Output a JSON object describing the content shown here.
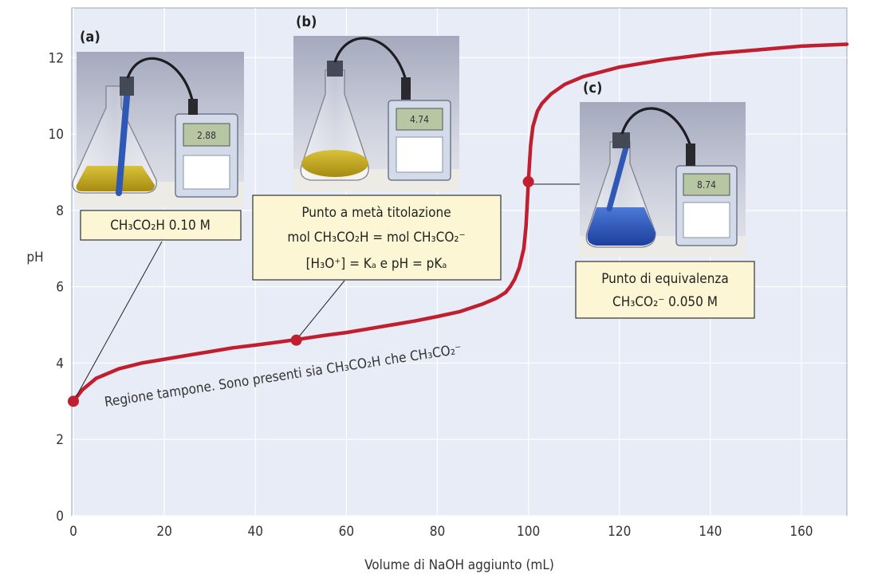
{
  "chart_data": {
    "type": "line",
    "xlabel": "Volume di NaOH aggiunto (mL)",
    "ylabel": "pH",
    "xlim": [
      0,
      170
    ],
    "ylim": [
      0,
      13.3
    ],
    "xticks": [
      0,
      20,
      40,
      60,
      80,
      100,
      120,
      140,
      160
    ],
    "yticks": [
      0,
      2,
      4,
      6,
      8,
      10,
      12
    ],
    "grid": true,
    "series": [
      {
        "color": "#bf1f2f",
        "x": [
          0,
          2,
          5,
          10,
          15,
          20,
          25,
          30,
          35,
          40,
          45,
          50,
          55,
          60,
          65,
          70,
          75,
          80,
          85,
          90,
          93,
          95,
          96,
          97,
          98,
          99,
          99.5,
          100,
          100.5,
          101,
          102,
          103,
          105,
          108,
          112,
          120,
          130,
          140,
          150,
          160,
          170
        ],
        "y": [
          3.0,
          3.3,
          3.6,
          3.85,
          4.0,
          4.1,
          4.2,
          4.3,
          4.4,
          4.47,
          4.55,
          4.63,
          4.72,
          4.8,
          4.9,
          5.0,
          5.1,
          5.22,
          5.35,
          5.55,
          5.7,
          5.85,
          6.0,
          6.2,
          6.5,
          7.0,
          7.6,
          8.75,
          9.7,
          10.2,
          10.6,
          10.8,
          11.05,
          11.3,
          11.5,
          11.75,
          11.95,
          12.1,
          12.2,
          12.3,
          12.35
        ]
      }
    ],
    "markers": [
      {
        "x": 0,
        "y": 3.0
      },
      {
        "x": 49,
        "y": 4.6
      },
      {
        "x": 100,
        "y": 8.75
      }
    ],
    "panels": [
      {
        "letter": "(a)",
        "meter_reading": "2.88"
      },
      {
        "letter": "(b)",
        "meter_reading": "4.74"
      },
      {
        "letter": "(c)",
        "meter_reading": "8.74"
      }
    ],
    "annotations": {
      "a_box": "CH₃CO₂H  0.10 M",
      "b_box": [
        "Punto a metà titolazione",
        "mol CH₃CO₂H = mol CH₃CO₂⁻",
        "[H₃O⁺] = Kₐ e pH = pKₐ"
      ],
      "c_box": [
        "Punto di equivalenza",
        "CH₃CO₂⁻  0.050 M"
      ],
      "region": "Regione tampone. Sono presenti sia CH₃CO₂H che CH₃CO₂⁻"
    },
    "colors": {
      "plot_bg": "#e8ecf7",
      "grid": "#ffffff",
      "curve": "#bf1f2f",
      "box_fill": "#fdf6d5",
      "box_stroke": "#333333"
    }
  }
}
